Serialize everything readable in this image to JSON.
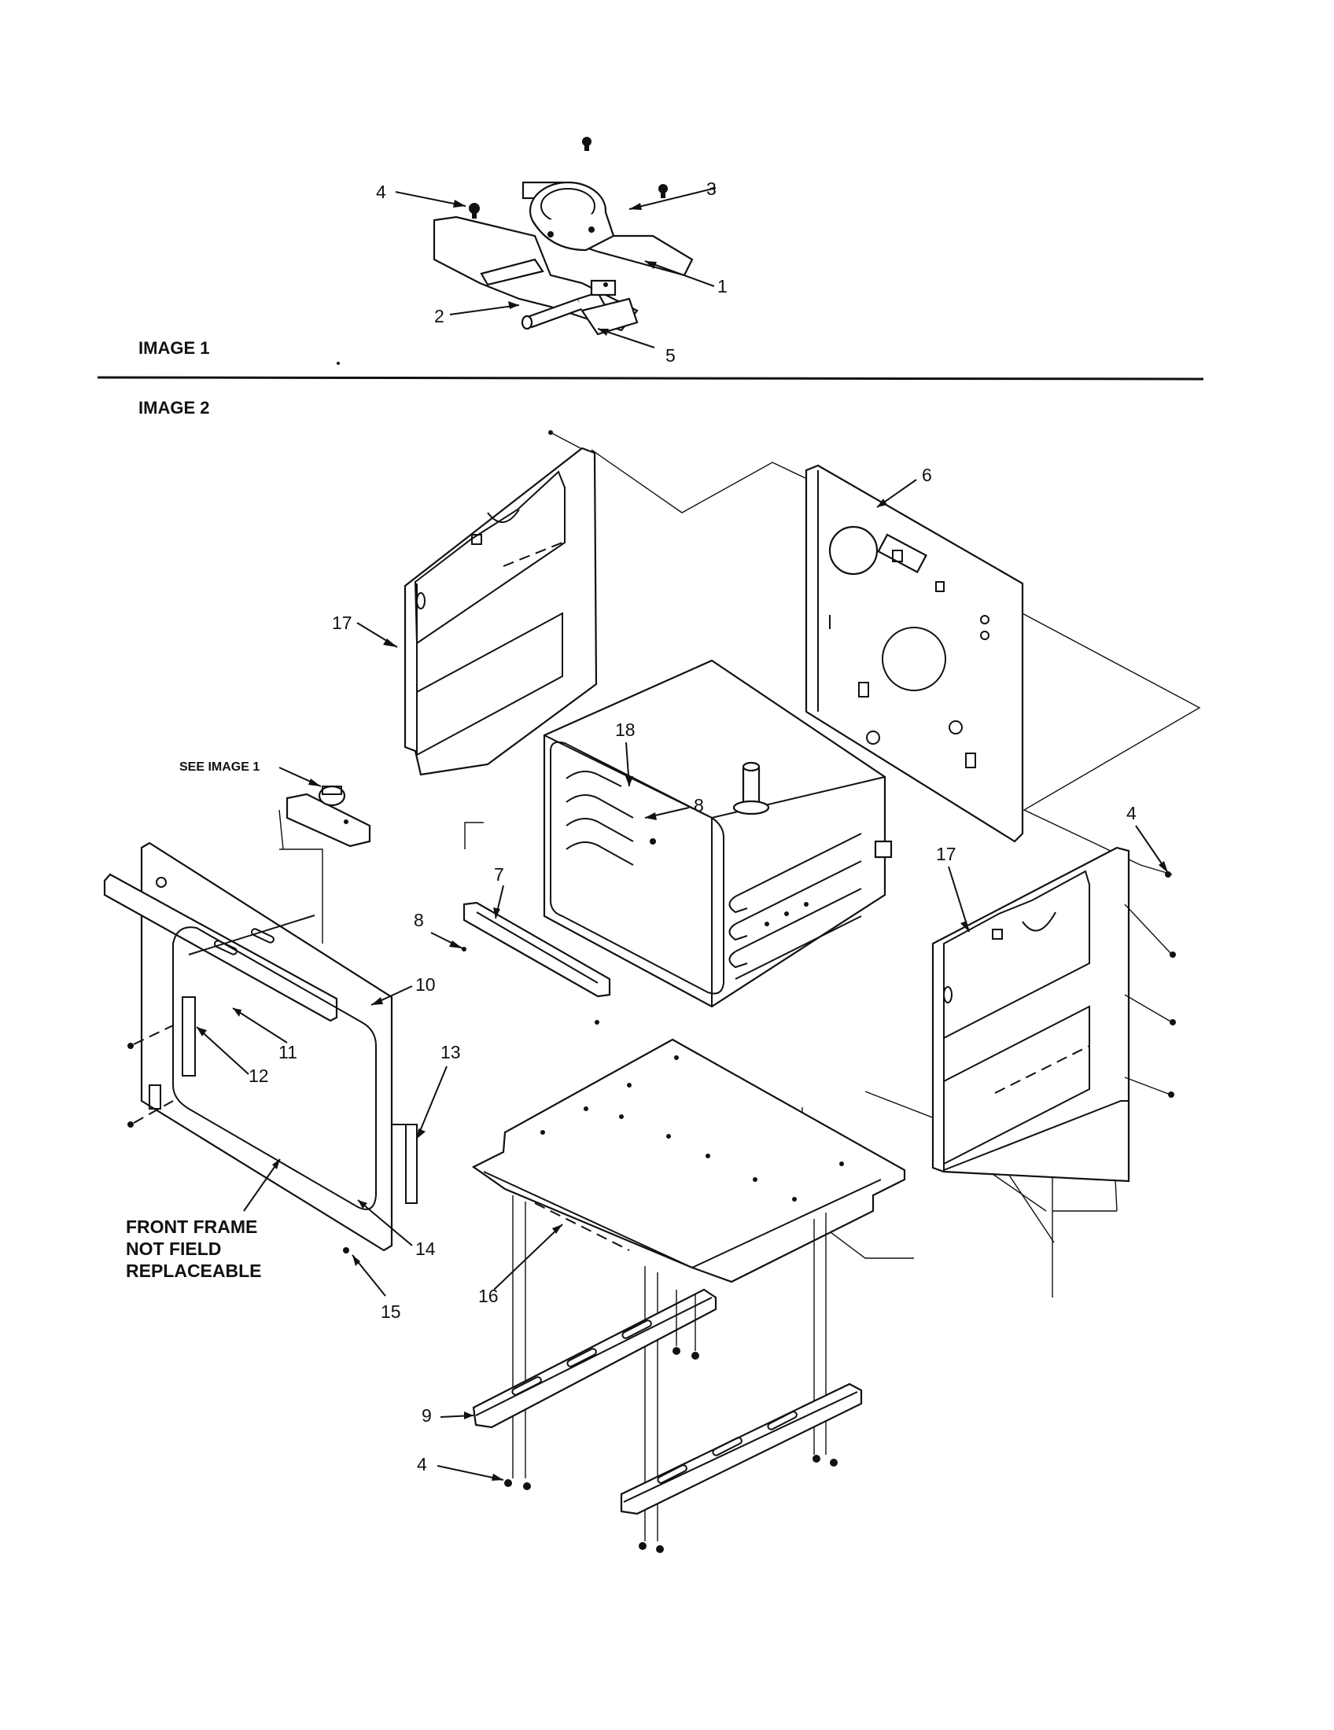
{
  "sections": {
    "image1_label": "IMAGE 1",
    "image2_label": "IMAGE 2"
  },
  "notes": {
    "see_image": "SEE IMAGE 1",
    "front_frame": [
      "FRONT FRAME",
      "NOT FIELD",
      "REPLACEABLE"
    ]
  },
  "callouts": {
    "c1": "1",
    "c2": "2",
    "c3": "3",
    "c4a": "4",
    "c5": "5",
    "c6": "6",
    "c17a": "17",
    "c18": "18",
    "c8a": "8",
    "c4b": "4",
    "c17b": "17",
    "c7": "7",
    "c8b": "8",
    "c10": "10",
    "c13": "13",
    "c11": "11",
    "c12": "12",
    "c14": "14",
    "c15": "15",
    "c16": "16",
    "c9": "9",
    "c4c": "4"
  },
  "colors": {
    "line": "#111111",
    "background": "#ffffff"
  }
}
